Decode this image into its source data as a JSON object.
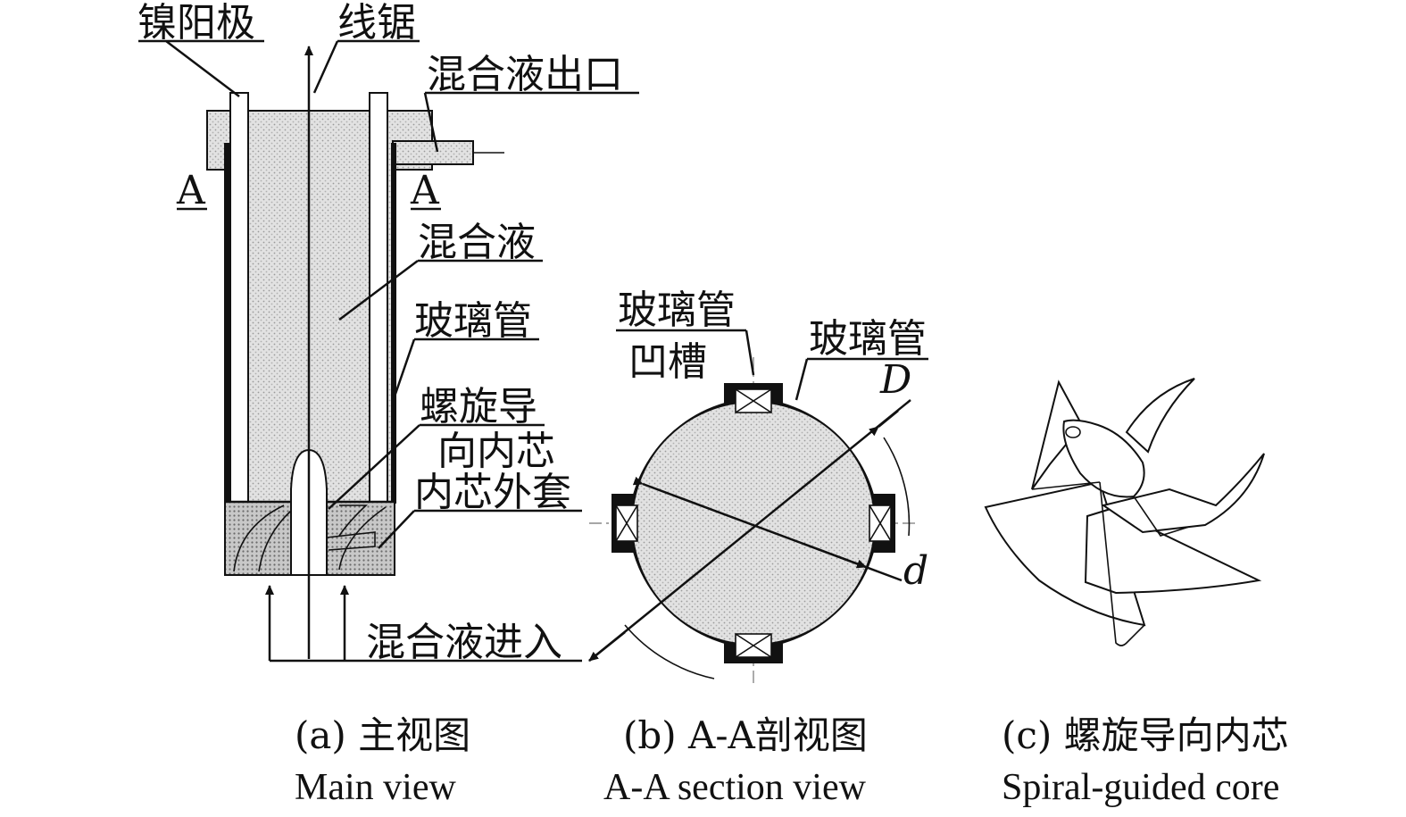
{
  "main_view": {
    "labels": {
      "nickel_anode": "镍阳极",
      "wire_saw": "线锯",
      "outlet": "混合液出口",
      "section_left": "A",
      "section_right": "A",
      "mixed_liquid": "混合液",
      "glass_tube": "玻璃管",
      "spiral_core_1": "螺旋导",
      "spiral_core_2": "向内芯",
      "core_sleeve": "内芯外套",
      "inlet": "混合液进入"
    },
    "caption_zh": "(a) 主视图",
    "caption_en": "Main view"
  },
  "section_view": {
    "labels": {
      "groove_1": "玻璃管",
      "groove_2": "凹槽",
      "glass_tube": "玻璃管",
      "outer_d": "D",
      "inner_d": "d"
    },
    "caption_zh": "(b) A-A剖视图",
    "caption_en": "A-A section view"
  },
  "core_view": {
    "caption_zh": "(c) 螺旋导向内芯",
    "caption_en": "Spiral-guided core"
  }
}
